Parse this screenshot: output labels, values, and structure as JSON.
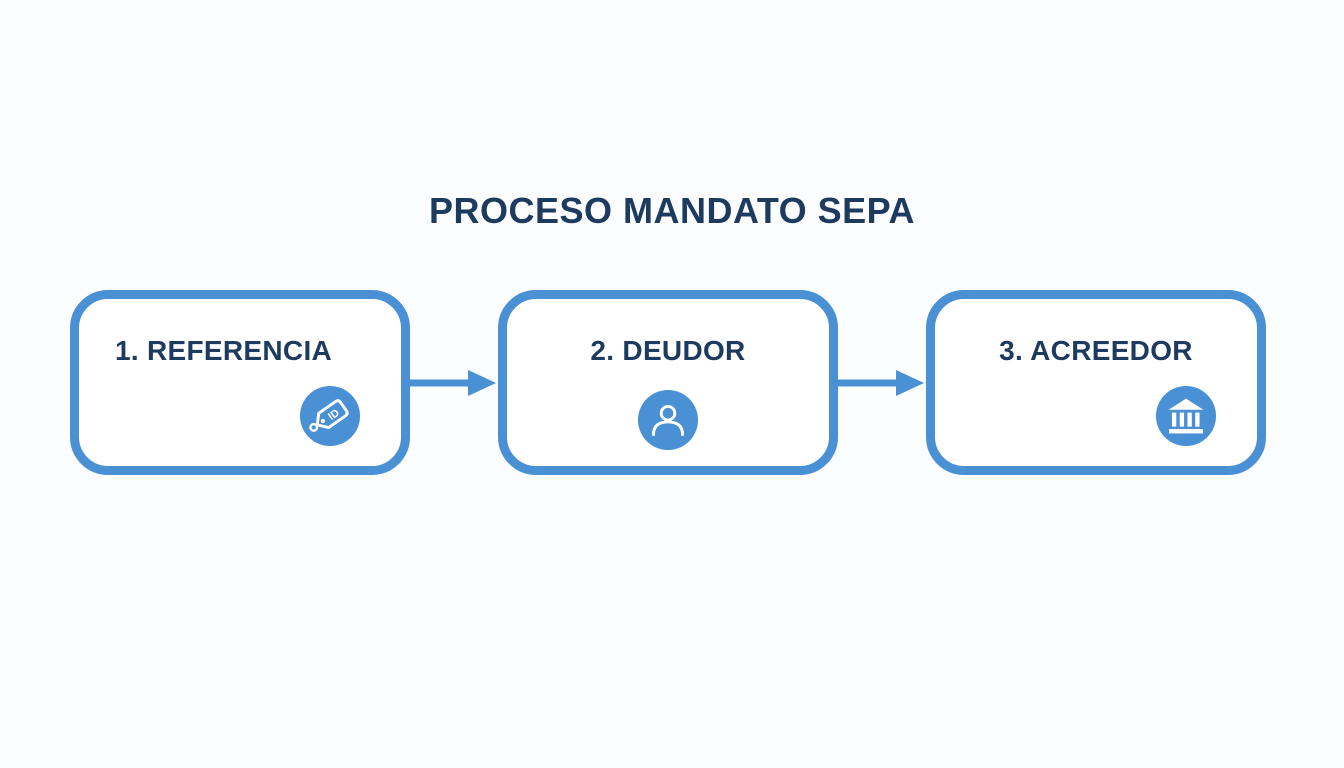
{
  "title": "PROCESO MANDATO SEPA",
  "colors": {
    "accent_blue": "#4a90d5",
    "icon_blue": "#4a90d5",
    "title_navy": "#1d3a5f",
    "background": "#fcfdfe"
  },
  "steps": [
    {
      "label": "1. REFERENCIA",
      "icon": "id-tag-icon",
      "icon_text": "ID"
    },
    {
      "label": "2. DEUDOR",
      "icon": "person-icon"
    },
    {
      "label": "3. ACREEDOR",
      "icon": "bank-icon"
    }
  ],
  "connectors": [
    {
      "type": "arrow-right"
    },
    {
      "type": "arrow-right"
    }
  ]
}
